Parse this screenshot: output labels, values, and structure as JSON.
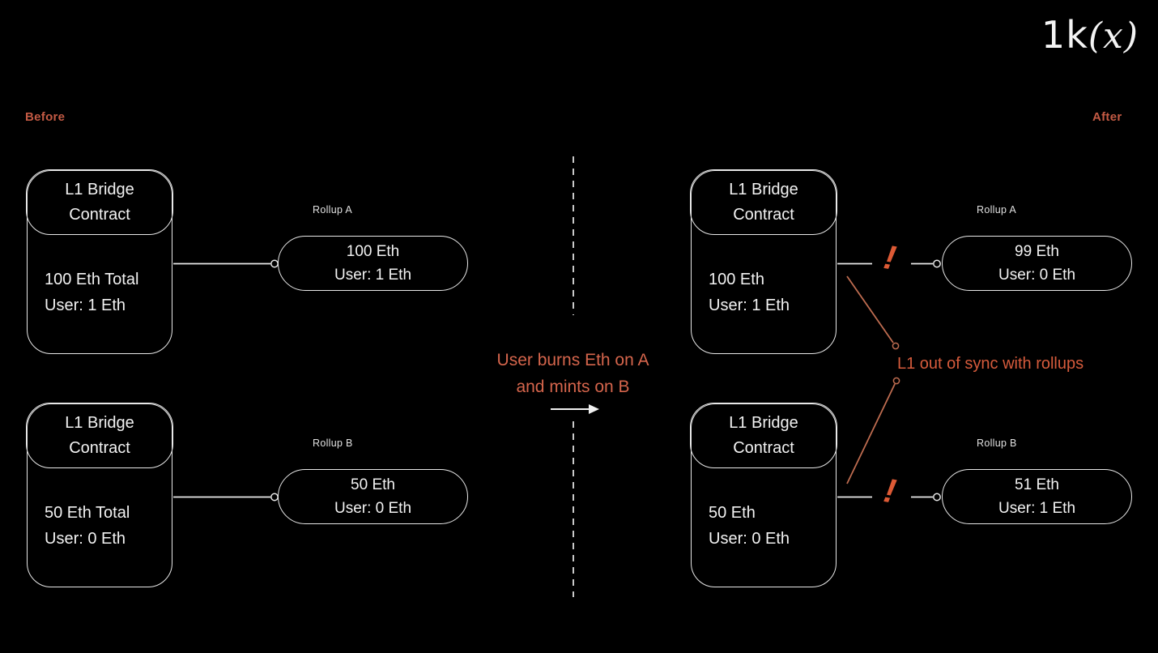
{
  "logo": {
    "prefix": "1k",
    "paren_open": "(",
    "x": "x",
    "paren_close": ")"
  },
  "labels": {
    "before": "Before",
    "after": "After"
  },
  "colors": {
    "background": "#000000",
    "stroke_white": "#E8E8E8",
    "text_white": "#F2F2F2",
    "accent_orange": "#D5654C",
    "alert_orange": "#DD5A35",
    "line_orange": "#BE6C50"
  },
  "transition": {
    "line1": "User burns Eth on A",
    "line2": "and mints on B"
  },
  "annotation": {
    "text": "L1 out of sync with rollups"
  },
  "alerts": {
    "a": "!",
    "b": "!"
  },
  "before": {
    "bridge_a": {
      "title_line1": "L1 Bridge",
      "title_line2": "Contract",
      "total": "100 Eth Total",
      "user": "User: 1 Eth"
    },
    "rollup_a": {
      "label": "Rollup A",
      "amount": "100 Eth",
      "user": "User: 1 Eth"
    },
    "bridge_b": {
      "title_line1": "L1 Bridge",
      "title_line2": "Contract",
      "total": "50 Eth Total",
      "user": "User: 0 Eth"
    },
    "rollup_b": {
      "label": "Rollup B",
      "amount": "50 Eth",
      "user": "User: 0 Eth"
    }
  },
  "after": {
    "bridge_a": {
      "title_line1": "L1 Bridge",
      "title_line2": "Contract",
      "total": "100 Eth",
      "user": "User: 1 Eth"
    },
    "rollup_a": {
      "label": "Rollup A",
      "amount": "99 Eth",
      "user": "User: 0 Eth"
    },
    "bridge_b": {
      "title_line1": "L1 Bridge",
      "title_line2": "Contract",
      "total": "50 Eth",
      "user": "User: 0 Eth"
    },
    "rollup_b": {
      "label": "Rollup B",
      "amount": "51 Eth",
      "user": "User: 1 Eth"
    }
  }
}
